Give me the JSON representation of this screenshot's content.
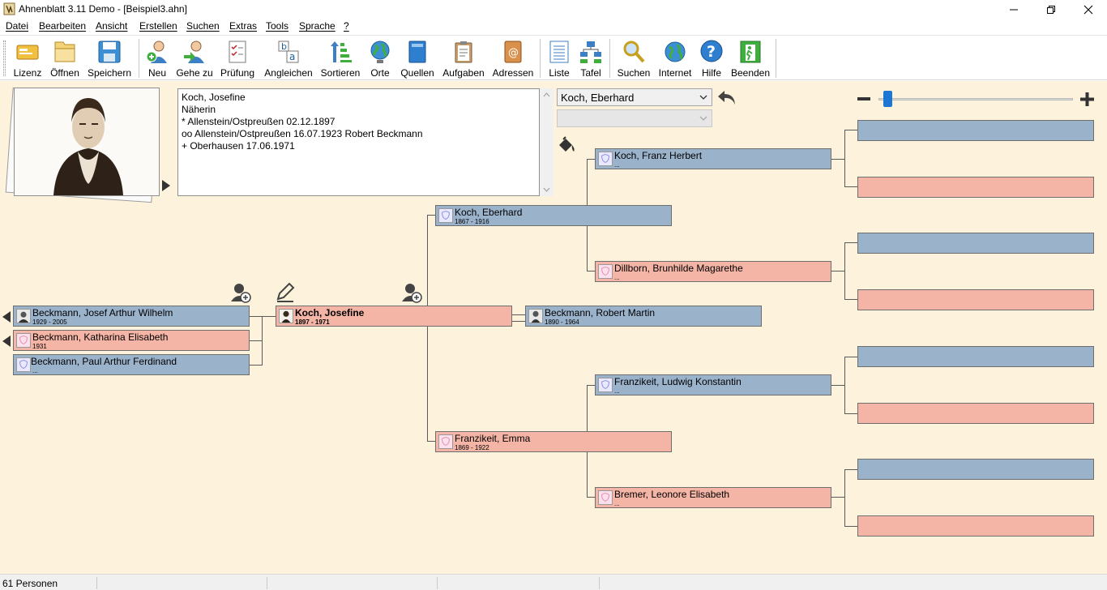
{
  "window": {
    "title": "Ahnenblatt 3.11 Demo - [Beispiel3.ahn]"
  },
  "menu": [
    "Datei",
    "Bearbeiten",
    "Ansicht",
    "Erstellen",
    "Suchen",
    "Extras",
    "Tools",
    "Sprache",
    "?"
  ],
  "toolbar": [
    {
      "label": "Lizenz",
      "icon": "license-icon"
    },
    {
      "label": "Öffnen",
      "icon": "open-folder-icon"
    },
    {
      "label": "Speichern",
      "icon": "save-icon"
    },
    {
      "label": "Neu",
      "icon": "new-person-icon"
    },
    {
      "label": "Gehe zu",
      "icon": "goto-person-icon"
    },
    {
      "label": "Prüfung",
      "icon": "check-icon"
    },
    {
      "label": "Angleichen",
      "icon": "adjust-icon"
    },
    {
      "label": "Sortieren",
      "icon": "sort-icon"
    },
    {
      "label": "Orte",
      "icon": "globe-icon"
    },
    {
      "label": "Quellen",
      "icon": "book-icon"
    },
    {
      "label": "Aufgaben",
      "icon": "clipboard-icon"
    },
    {
      "label": "Adressen",
      "icon": "address-book-icon"
    },
    {
      "label": "Liste",
      "icon": "list-icon"
    },
    {
      "label": "Tafel",
      "icon": "tree-chart-icon"
    },
    {
      "label": "Suchen",
      "icon": "search-icon"
    },
    {
      "label": "Internet",
      "icon": "internet-icon"
    },
    {
      "label": "Hilfe",
      "icon": "help-icon"
    },
    {
      "label": "Beenden",
      "icon": "exit-icon"
    }
  ],
  "info": {
    "lines": [
      "Koch, Josefine",
      "Näherin",
      "* Allenstein/Ostpreußen 02.12.1897",
      "oo Allenstein/Ostpreußen 16.07.1923 Robert Beckmann",
      "+ Oberhausen 17.06.1971"
    ]
  },
  "selectors": {
    "person_select": "Koch, Eberhard",
    "second_select": ""
  },
  "colors": {
    "male": "#9bb2cb",
    "female": "#f4b5a6",
    "background": "#fdf3dc"
  },
  "zoom": {
    "level": 0.03
  },
  "persons": {
    "center": {
      "name": "Koch, Josefine",
      "dates": "1897 - 1971"
    },
    "spouse": {
      "name": "Beckmann, Robert Martin",
      "dates": "1890 - 1964"
    },
    "child1": {
      "name": "Beckmann, Josef Arthur Wilhelm",
      "dates": "1929 - 2005"
    },
    "child2": {
      "name": "Beckmann, Katharina Elisabeth",
      "dates": "1931"
    },
    "child3": {
      "name": "Beckmann, Paul Arthur Ferdinand",
      "dates": "..."
    },
    "father": {
      "name": "Koch, Eberhard",
      "dates": "1867 - 1916"
    },
    "mother": {
      "name": "Franzikeit, Emma",
      "dates": "1869 - 1922"
    },
    "pgf": {
      "name": "Koch, Franz Herbert",
      "dates": "..."
    },
    "pgm": {
      "name": "Dillborn, Brunhilde Magarethe",
      "dates": "..."
    },
    "mgf": {
      "name": "Franzikeit, Ludwig Konstantin",
      "dates": "..."
    },
    "mgm": {
      "name": "Bremer, Leonore Elisabeth",
      "dates": "..."
    }
  },
  "status": {
    "count": "61 Personen"
  }
}
